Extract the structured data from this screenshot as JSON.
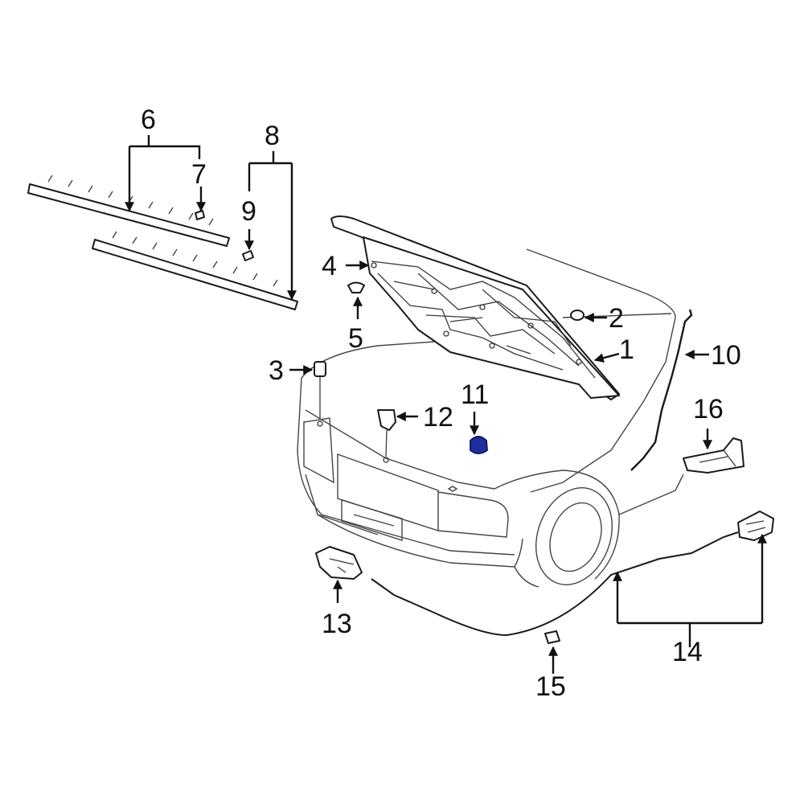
{
  "diagram": {
    "callouts": [
      {
        "id": "1",
        "text": "1"
      },
      {
        "id": "2",
        "text": "2"
      },
      {
        "id": "3",
        "text": "3"
      },
      {
        "id": "4",
        "text": "4"
      },
      {
        "id": "5",
        "text": "5"
      },
      {
        "id": "6",
        "text": "6"
      },
      {
        "id": "7",
        "text": "7"
      },
      {
        "id": "8",
        "text": "8"
      },
      {
        "id": "9",
        "text": "9"
      },
      {
        "id": "10",
        "text": "10"
      },
      {
        "id": "11",
        "text": "11"
      },
      {
        "id": "12",
        "text": "12"
      },
      {
        "id": "13",
        "text": "13"
      },
      {
        "id": "14",
        "text": "14"
      },
      {
        "id": "15",
        "text": "15"
      },
      {
        "id": "16",
        "text": "16"
      }
    ],
    "highlight_color": "#1f2f9e",
    "line_color": "#1a1a1a"
  }
}
